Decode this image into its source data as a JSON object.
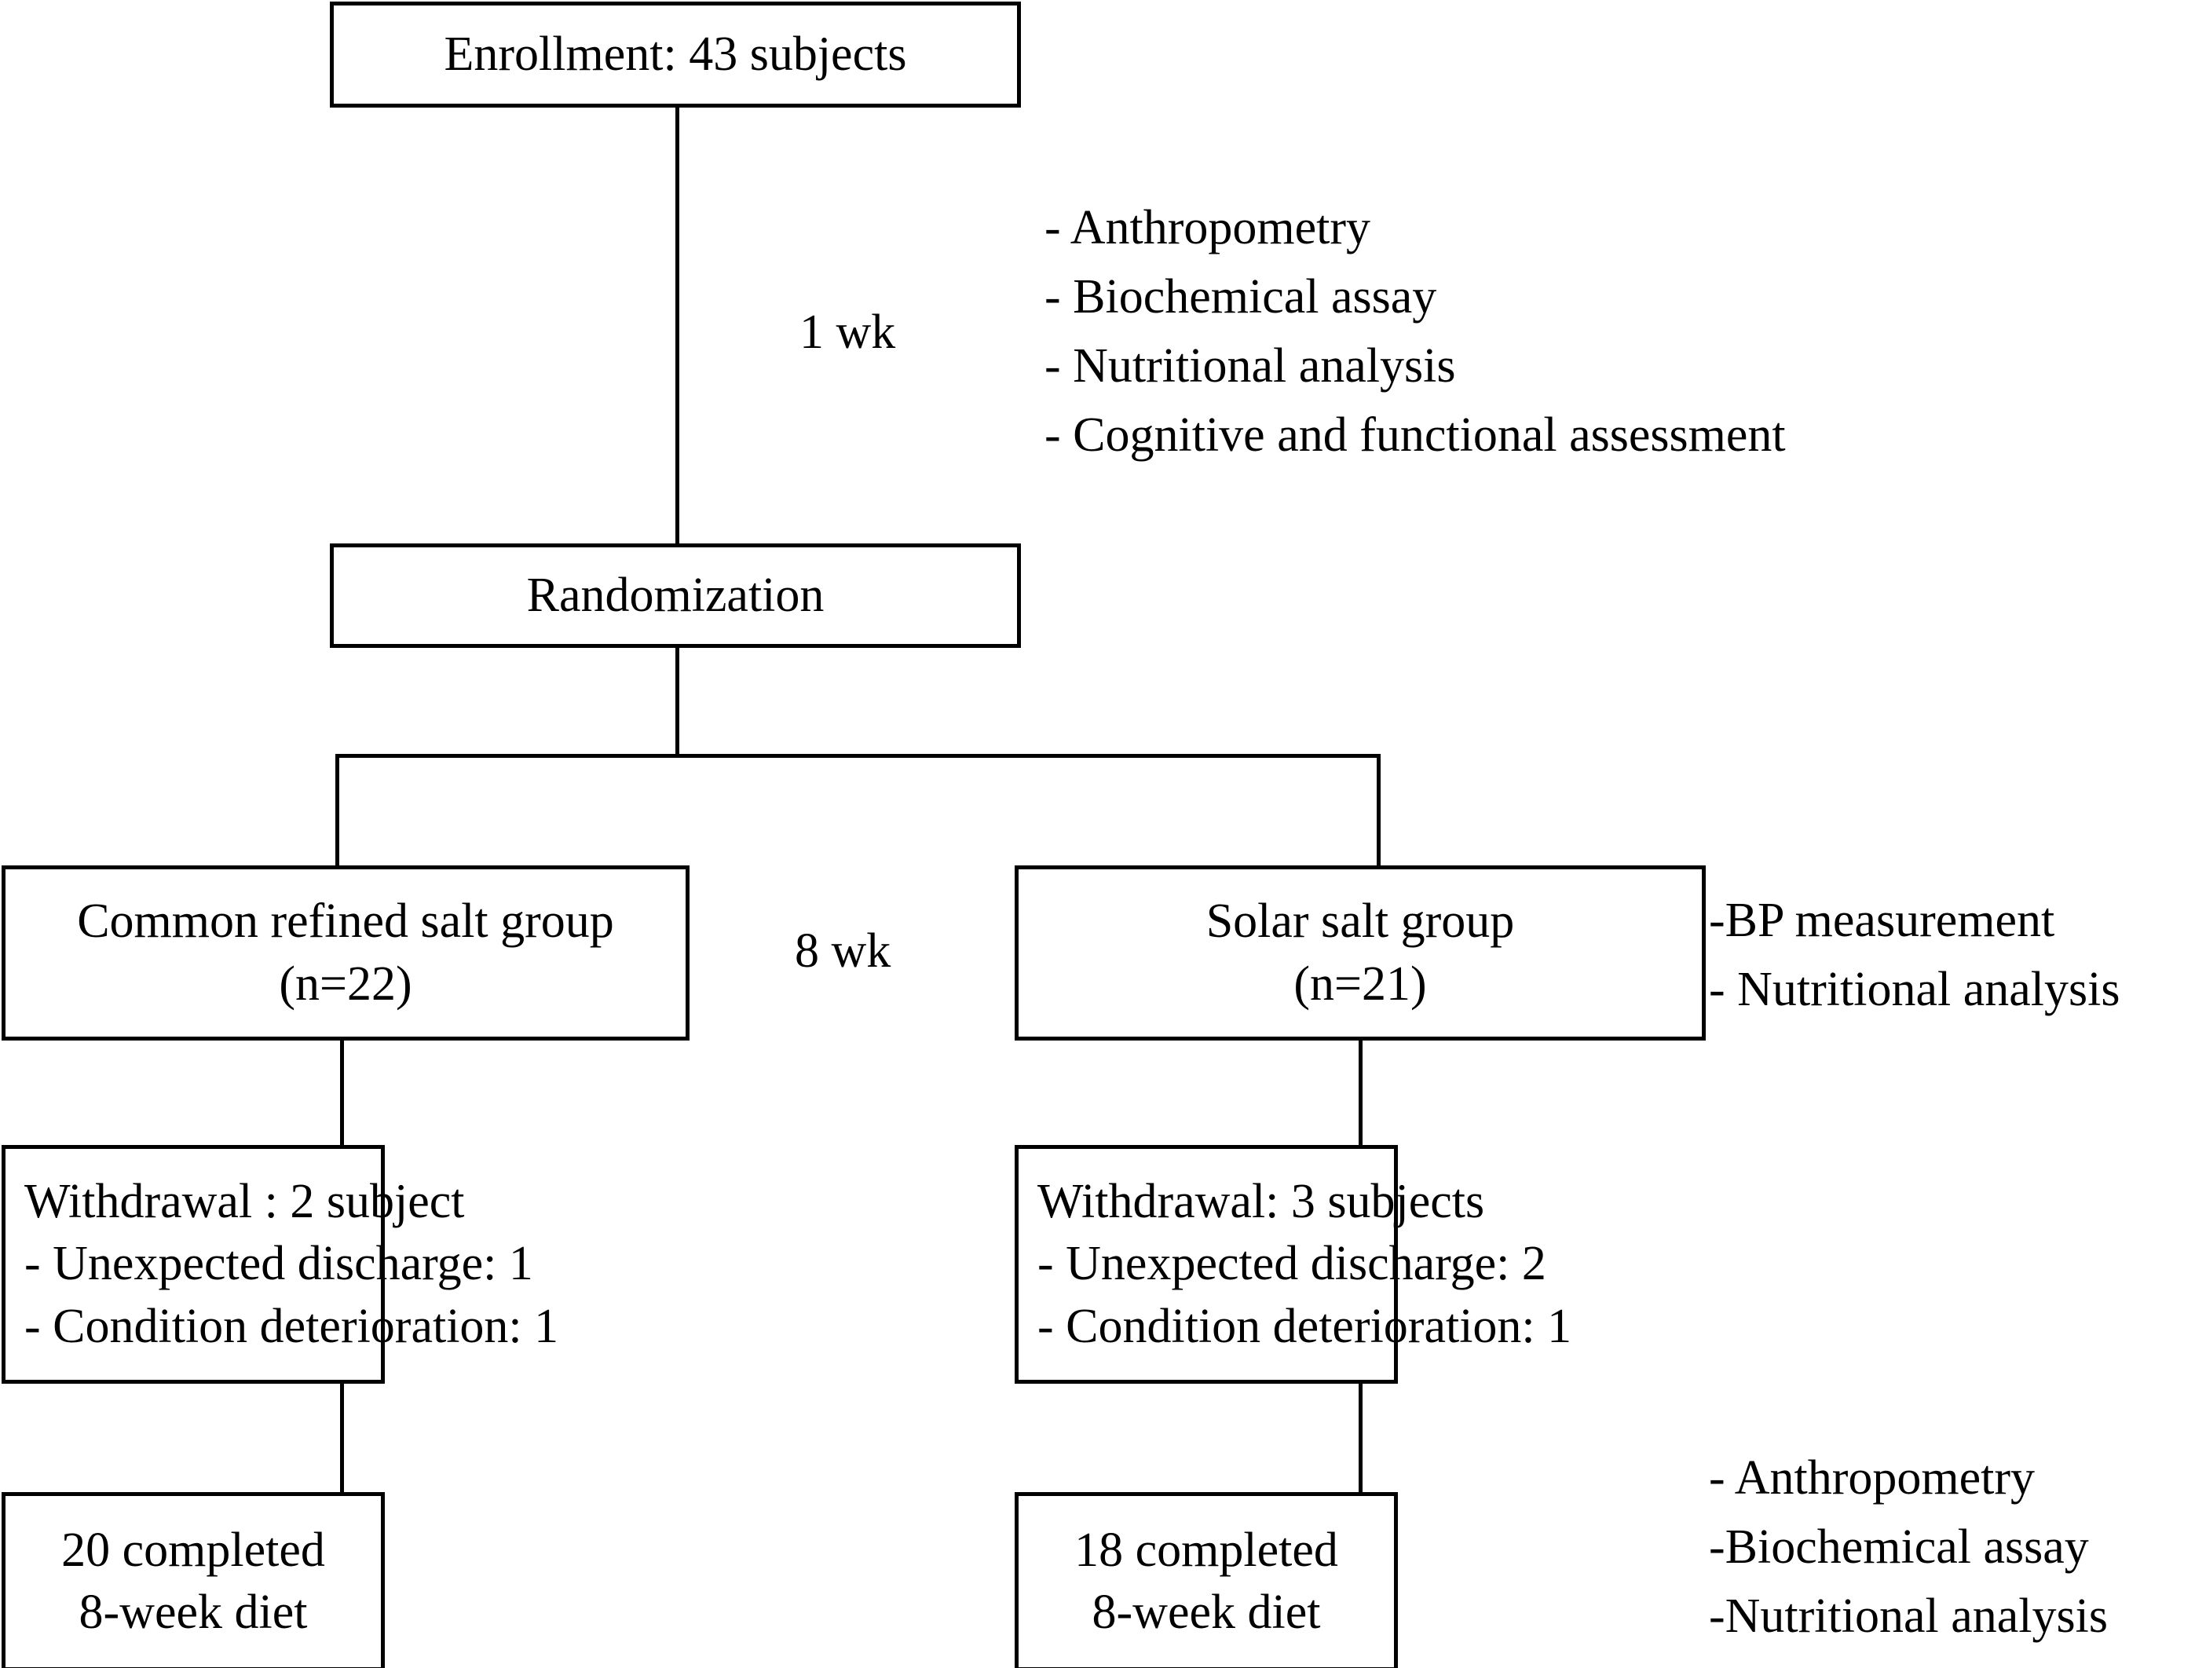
{
  "diagram": {
    "title": "CONSORT participant flow diagram",
    "accent_color": "#000000",
    "background_color": "#ffffff"
  },
  "nodes": {
    "enrollment": {
      "lines": [
        "Enrollment: 43 subjects"
      ]
    },
    "randomization": {
      "lines": [
        "Randomization"
      ]
    },
    "group_left": {
      "lines": [
        "Common refined salt group",
        "(n=22)"
      ]
    },
    "group_right": {
      "lines": [
        "Solar salt group",
        "(n=21)"
      ]
    },
    "withdrawal_left": {
      "lines": [
        "Withdrawal : 2 subject",
        "- Unexpected discharge: 1",
        "- Condition deterioration: 1"
      ]
    },
    "withdrawal_right": {
      "lines": [
        "Withdrawal: 3 subjects",
        "- Unexpected discharge: 2",
        "- Condition deterioration: 1"
      ]
    },
    "completed_left": {
      "lines": [
        "20 completed",
        "8-week diet"
      ]
    },
    "completed_right": {
      "lines": [
        "18 completed",
        "8-week diet"
      ]
    }
  },
  "edge_labels": {
    "one_week": "1 wk",
    "eight_week": "8 wk"
  },
  "annotations": {
    "baseline_assessments": [
      "- Anthropometry",
      "- Biochemical assay",
      "- Nutritional analysis",
      "- Cognitive and functional assessment"
    ],
    "intervention_measures": [
      "-BP measurement",
      "- Nutritional analysis"
    ],
    "endpoint_assessments": [
      "- Anthropometry",
      "-Biochemical assay",
      "-Nutritional analysis"
    ]
  }
}
